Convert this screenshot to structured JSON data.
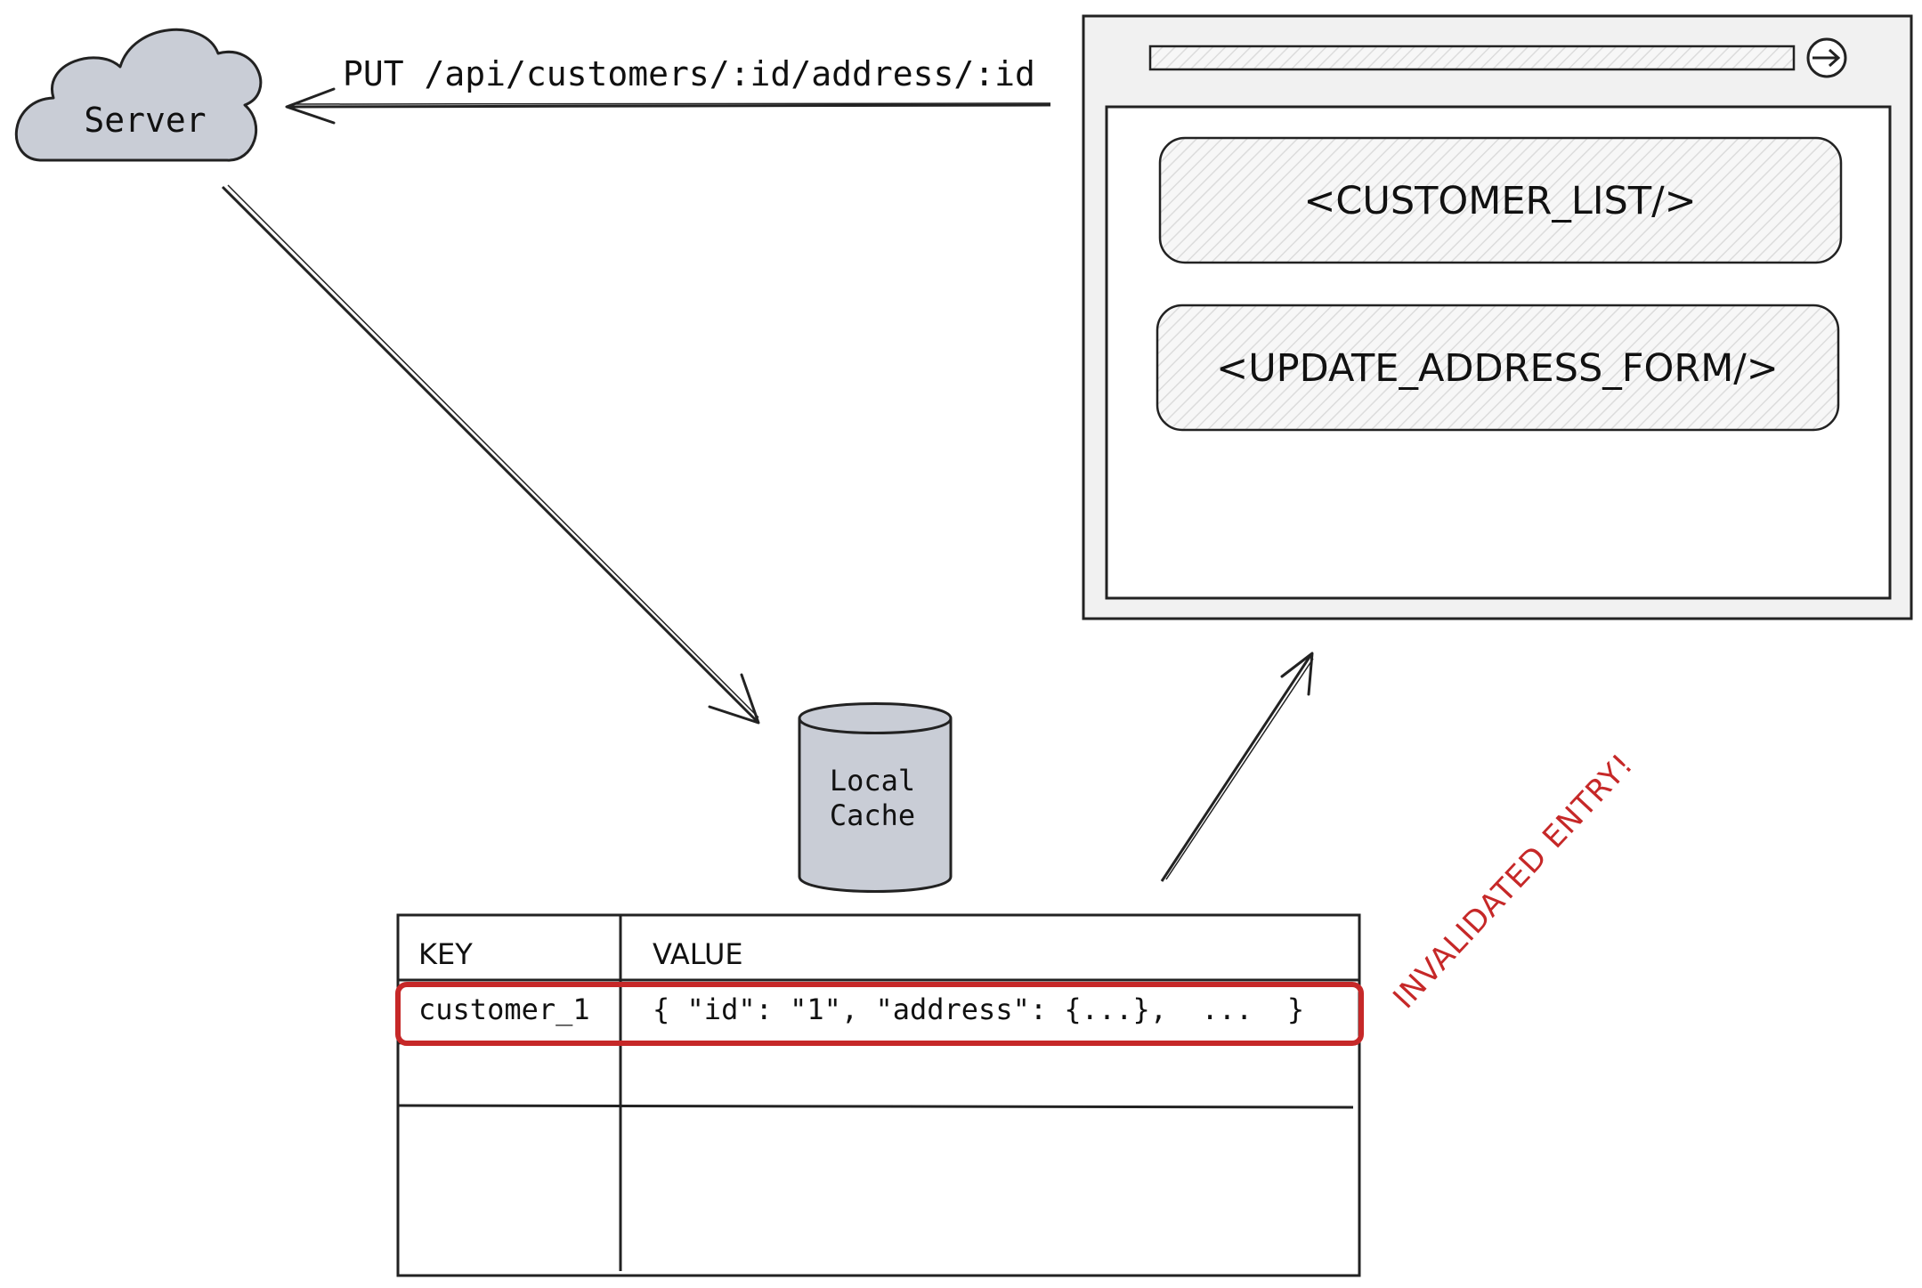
{
  "server": {
    "label": "Server",
    "fill": "#c9cdd6"
  },
  "request": {
    "label": "PUT /api/customers/:id/address/:id"
  },
  "cache": {
    "line1": "Local",
    "line2": "Cache",
    "fill": "#c9cdd6"
  },
  "browser": {
    "components": [
      {
        "label": "<CUSTOMER_LIST/>"
      },
      {
        "label": "<UPDATE_ADDRESS_FORM/>"
      }
    ]
  },
  "table": {
    "headers": {
      "key": "KEY",
      "value": "VALUE"
    },
    "rows": [
      {
        "key": "customer_1",
        "value": "{ \"id\": \"1\", \"address\": {...},  ...  }"
      }
    ]
  },
  "annotation": {
    "label": "INVALIDATED ENTRY!",
    "color": "#c62828"
  },
  "colors": {
    "stroke": "#222222",
    "hatch": "#e6e6e6",
    "highlight": "#c62828"
  }
}
